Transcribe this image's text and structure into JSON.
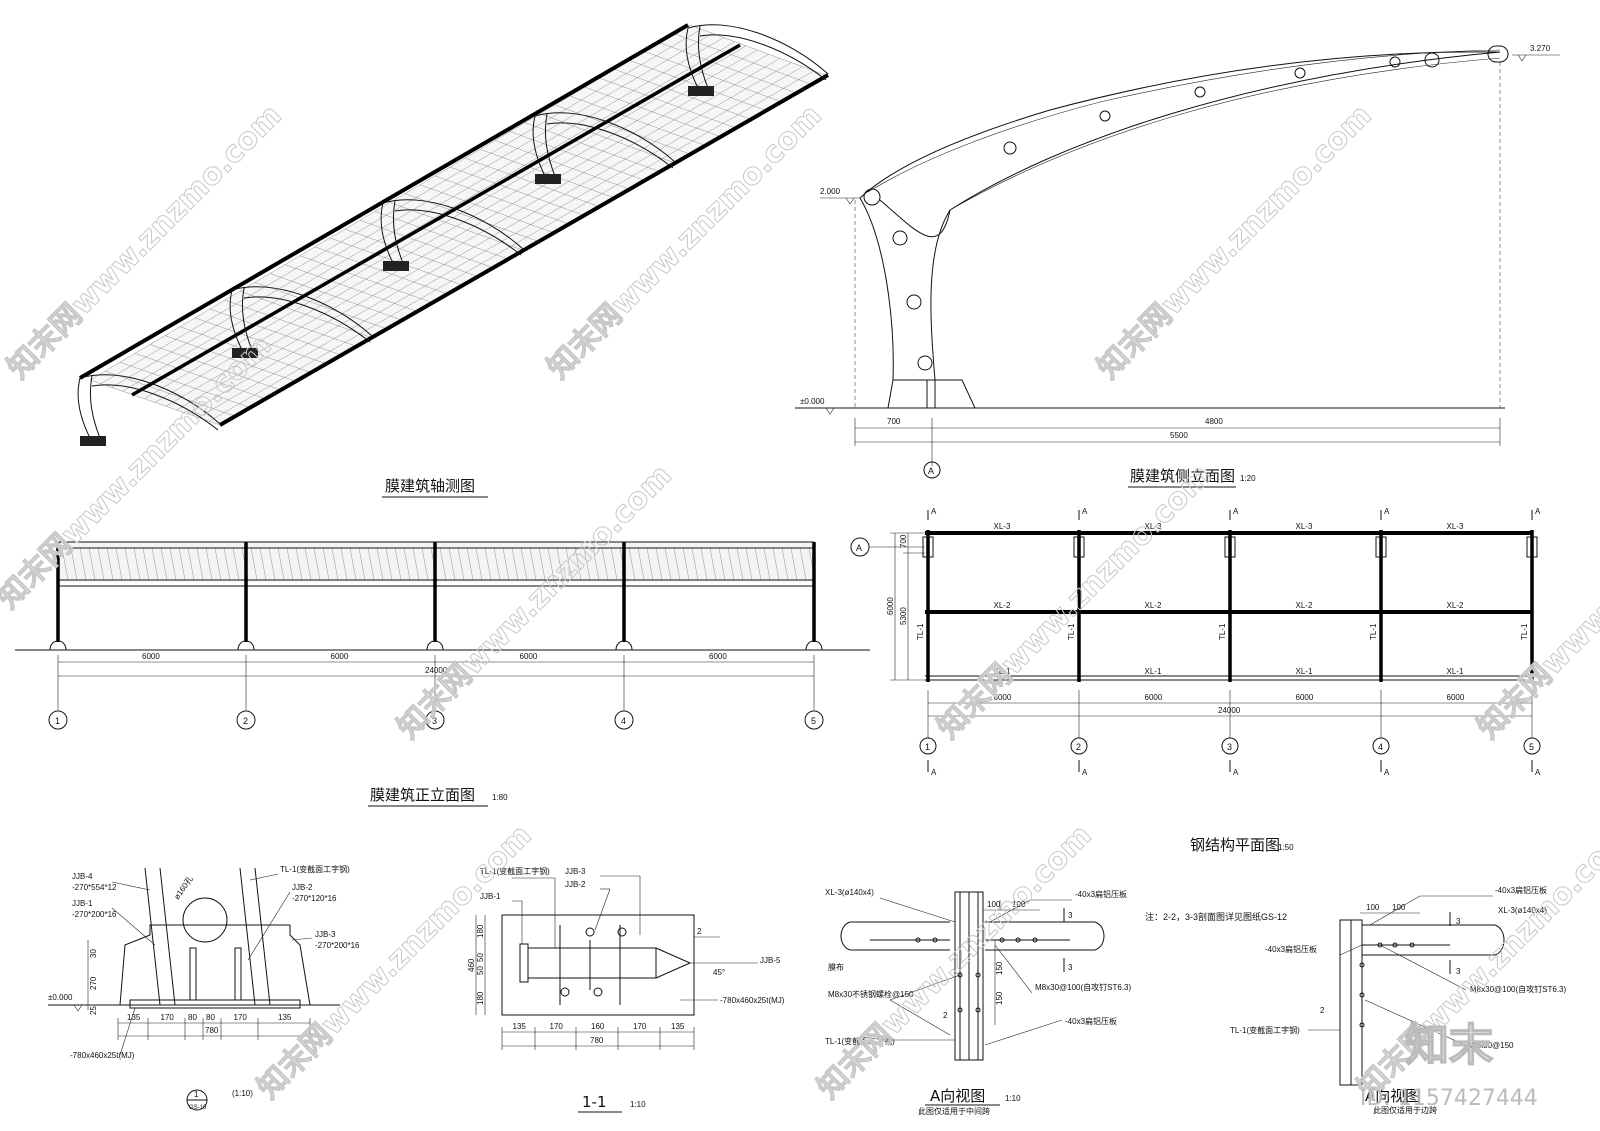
{
  "titles": {
    "axonometric": "膜建筑轴测图",
    "side_elevation": "膜建筑侧立面图",
    "side_scale": "1:20",
    "front_elevation": "膜建筑正立面图",
    "front_scale": "1:80",
    "steel_plan": "钢结构平面图",
    "steel_scale": "1:50",
    "section_11": "1-1",
    "section_11_scale": "1:10",
    "a_view_1": "A向视图",
    "a_view_1_scale": "1:10",
    "a_view_1_note": "此图仅适用于中间跨",
    "a_view_2": "A向视图",
    "a_view_2_note": "此图仅适用于边跨"
  },
  "side": {
    "elev_top": "3.270",
    "elev_mid": "2.000",
    "elev_zero": "±0.000",
    "dim_left": "700",
    "dim_right": "4800",
    "dim_total": "5500",
    "axis": "A"
  },
  "front": {
    "spans": [
      "6000",
      "6000",
      "6000",
      "6000"
    ],
    "total": "24000",
    "axes": [
      "1",
      "2",
      "3",
      "4",
      "5"
    ]
  },
  "plan": {
    "top_beams": [
      "XL-3",
      "XL-3",
      "XL-3",
      "XL-3"
    ],
    "mid_beams": [
      "XL-2",
      "XL-2",
      "XL-2",
      "XL-2",
      "XL-2"
    ],
    "bot_beams": [
      "XL-1",
      "XL-1",
      "XL-1",
      "XL-1"
    ],
    "columns": [
      "TL-1",
      "TL-1",
      "TL-1",
      "TL-1",
      "TL-1"
    ],
    "spans": [
      "6000",
      "6000",
      "6000",
      "6000"
    ],
    "total": "24000",
    "axes": [
      "1",
      "2",
      "3",
      "4",
      "5"
    ],
    "row_axis": "A",
    "left_dims": [
      "700",
      "5300",
      "6000"
    ],
    "section_mark": "A"
  },
  "base": {
    "labels": [
      "JJB-4",
      "-270*554*12",
      "JJB-1",
      "-270*200*16",
      "TL-1(变截面工字钢)",
      "JJB-2",
      "-270*120*16",
      "JJB-3",
      "-270*200*16",
      "-780x460x25t(MJ)",
      "ø160孔"
    ],
    "dims": [
      "135",
      "170",
      "80",
      "80",
      "170",
      "135"
    ],
    "total": "780",
    "vert": [
      "30",
      "270",
      "25"
    ],
    "elev": "±0.000",
    "ref_num": "1",
    "ref_sheet": "GS-10",
    "ref_scale": "(1:10)"
  },
  "sec11": {
    "labels": [
      "TL-1(变截面工字钢)",
      "JJB-3",
      "JJB-2",
      "JJB-1",
      "JJB-5",
      "-780x460x25t(MJ)"
    ],
    "dims": [
      "135",
      "170",
      "160",
      "170",
      "135"
    ],
    "total": "780",
    "vert": [
      "180",
      "50",
      "50",
      "180"
    ],
    "vert_total": "460",
    "weld": "2",
    "weld_angle": "45°"
  },
  "aview1": {
    "labels": [
      "XL-3(ø140x4)",
      "-40x3扁铝压板",
      "膜布",
      "M8x30不锈钢螺栓@150",
      "M8x30@100(自攻钉ST6.3)",
      "-40x3扁铝压板",
      "TL-1(变截面工字钢)"
    ],
    "dims": [
      "100",
      "100",
      "150",
      "150"
    ],
    "section": "3",
    "weld": "2"
  },
  "aview2": {
    "note": "注：2-2，3-3剖面图详见图纸GS-12",
    "labels": [
      "-40x3扁铝压板",
      "XL-3(ø140x4)",
      "-40x3扁铝压板",
      "M8x30@100(自攻钉ST6.3)",
      "TL-1(变截面工字钢)",
      "M8x30@150"
    ],
    "dims": [
      "100",
      "100"
    ],
    "section": "3",
    "weld": "2"
  },
  "watermark": {
    "text": "知末网www.znzmo.com",
    "logo": "知末",
    "id": "ID: 1157427444"
  }
}
